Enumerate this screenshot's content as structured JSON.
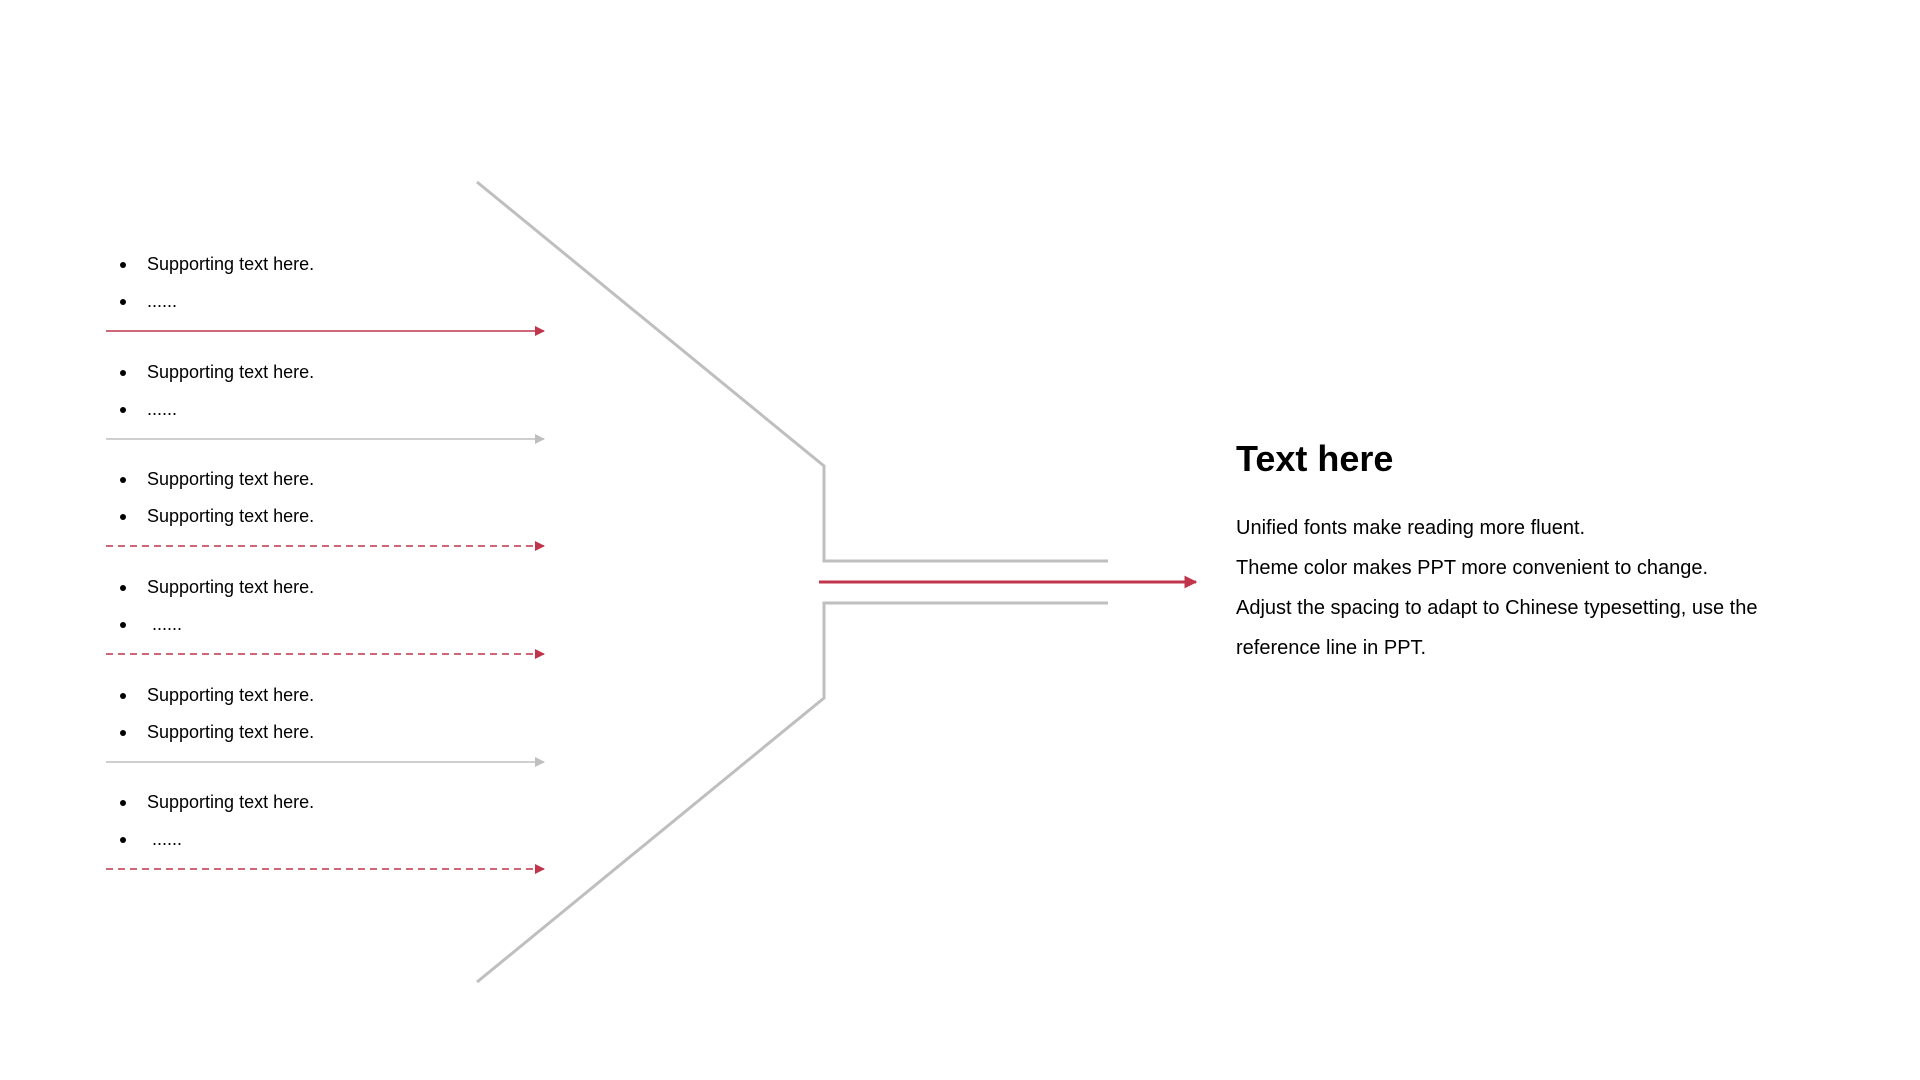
{
  "colors": {
    "accent": "#C0354C",
    "gray": "#BFBFBF",
    "text": "#000000",
    "background": "#FFFFFF"
  },
  "groups": [
    {
      "items": [
        "Supporting text here.",
        "......"
      ],
      "arrow": {
        "color": "accent",
        "style": "solid"
      }
    },
    {
      "items": [
        "Supporting text here.",
        "......"
      ],
      "arrow": {
        "color": "gray",
        "style": "solid"
      }
    },
    {
      "items": [
        "Supporting text here.",
        "Supporting text here."
      ],
      "arrow": {
        "color": "accent",
        "style": "dashed"
      }
    },
    {
      "items": [
        "Supporting text here.",
        " ......"
      ],
      "arrow": {
        "color": "accent",
        "style": "dashed"
      }
    },
    {
      "items": [
        "Supporting text here.",
        "Supporting text here."
      ],
      "arrow": {
        "color": "gray",
        "style": "solid"
      }
    },
    {
      "items": [
        "Supporting text here.",
        " ......"
      ],
      "arrow": {
        "color": "accent",
        "style": "dashed"
      }
    }
  ],
  "main": {
    "title": "Text here",
    "lines": [
      "Unified fonts make reading more fluent.",
      "Theme color makes PPT more convenient to change.",
      "Adjust the spacing to adapt to Chinese typesetting, use the",
      "reference line in PPT."
    ]
  }
}
